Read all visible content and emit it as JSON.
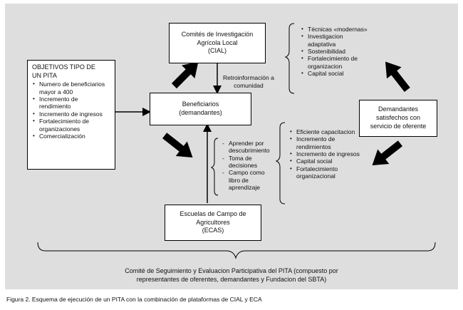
{
  "boxes": {
    "cial": [
      "Comités de Investigación",
      "Agrícola Local",
      "(CIAL)"
    ],
    "beneficiarios": [
      "Beneficiarios",
      "(demandantes)"
    ],
    "ecas": [
      "Escuelas de Campo de",
      "Agricultores",
      "(ECAS)"
    ],
    "demandantes": [
      "Demandantes",
      "satisfechos con",
      "servicio de oferente"
    ],
    "objetivos_title": [
      "OBJETIVOS TIPO DE",
      "UN PITA"
    ],
    "objetivos_items": [
      "Numero de beneficiarios mayor a 400",
      "Incremento de rendimiento",
      "Incremento de ingresos",
      "Fortalecimiento de organizaciones",
      "Comercialización"
    ]
  },
  "lists": {
    "cial_results": [
      "Técnicas «modernas»",
      "Investigacion adaptativa",
      "Sostenibilidad",
      "Fortalecimiento de organizacion",
      "Capital social"
    ],
    "eca_methods": [
      "Aprender por descubrimiento",
      "Toma de decisiones",
      "Campo como libro de aprendizaje"
    ],
    "eca_results": [
      "Eficiente capacitacion",
      "Incremento de rendimientos",
      "Incremento de ingresos",
      "Capital social",
      "Fortalecimiento organizacional"
    ]
  },
  "feedback_label": [
    "Retroinformación a",
    "comunidad"
  ],
  "committee_text": [
    "Comité de Seguimiento y Evaluacion Participativa del PITA (compuesto por",
    "representantes de oferentes, demandantes y Fundacion del SBTA)"
  ],
  "caption": "Figura 2. Esquema de ejecución de un PITA con la combinación de plataformas de CIAL y ECA"
}
